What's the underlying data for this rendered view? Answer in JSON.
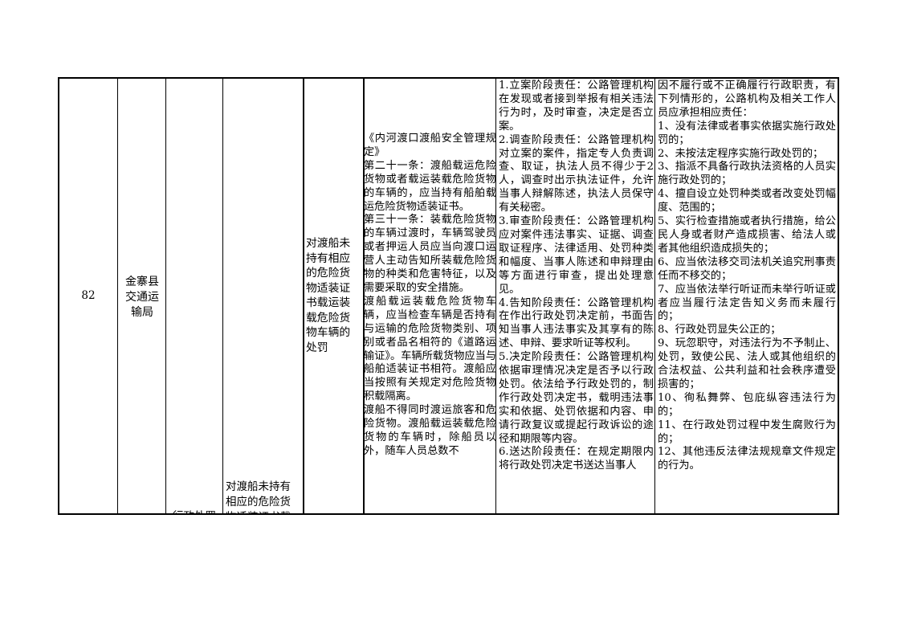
{
  "row": {
    "number": "82",
    "department": "金寨县交通运输局",
    "power_type": "行政处罚",
    "sub_item": "对渡船未持有相应的危险货物适装证书载",
    "item_name": "对渡船未持有相应的危险货物适装证书载运装载危险货物车辆的处罚",
    "legal_basis": [
      "《内河渡口渡船安全管理规定》",
      "第二十一条：渡船载运危险货物或者载运装载危险货物的车辆的，应当持有船舶载运危险货物适装证书。",
      "第三十一条：装载危险货物的车辆过渡时，车辆驾驶员或者押运人员应当向渡口运营人主动告知所装载危险货物的种类和危害特征，以及需要采取的安全措施。",
      "渡船载运装载危险货物车辆，应当检查车辆是否持有与运输的危险货物类别、项别或者品名相符的《道路运输证》。车辆所载货物应当与船舶适装证书相符。渡船应当按照有关规定对危险货物积载隔离。",
      "渡船不得同时渡运旅客和危险货物。渡船载运装载危险货物的车辆时，除船员以外，随车人员总数不"
    ],
    "responsibilities": [
      "1.立案阶段责任：公路管理机构在发现或者接到举报有相关违法行为时，及时审查，决定是否立案。",
      "2.调查阶段责任：公路管理机构对立案的案件，指定专人负责调查、取证，执法人员不得少于2人，调查时出示执法证件，允许当事人辩解陈述，执法人员保守有关秘密。",
      "3.审查阶段责任：公路管理机构应对案件违法事实、证据、调查取证程序、法律适用、处罚种类和幅度、当事人陈述和申辩理由等方面进行审查，提出处理意见。",
      "4.告知阶段责任：公路管理机构在作出行政处罚决定前，书面告知当事人违法事实及其享有的陈述、申辩、要求听证等权利。",
      "5.决定阶段责任：公路管理机构依据审理情况决定是否予以行政处罚。依法给予行政处罚的，制作行政处罚决定书，载明违法事实和依据、处罚依据和内容、申请行政复议或提起行政诉讼的途径和期限等内容。",
      "6.送达阶段责任：在规定期限内将行政处罚决定书送达当事人"
    ],
    "liabilities": [
      "因不履行或不正确履行行政职责，有下列情形的，公路机构及相关工作人员应承担相应责任：",
      "1、没有法律或者事实依据实施行政处罚的；",
      "2、未按法定程序实施行政处罚的；",
      "3、指派不具备行政执法资格的人员实施行政处罚的；",
      "4、擅自设立处罚种类或者改变处罚幅度、范围的；",
      "5、实行检查措施或者执行措施，给公民人身或者财产造成损害、给法人或者其他组织造成损失的；",
      "6、应当依法移交司法机关追究刑事责任而不移交的；",
      "7、应当依法举行听证而未举行听证或者应当履行法定告知义务而未履行的；",
      "8、行政处罚显失公正的；",
      "9、玩忽职守，对违法行为不予制止、处罚，致使公民、法人或其他组织的合法权益、公共利益和社会秩序遭受损害的；",
      "10、徇私舞弊、包庇纵容违法行为的；",
      "11、在行政处罚过程中发生腐败行为的；",
      "12、其他违反法律法规规章文件规定的行为。"
    ]
  }
}
